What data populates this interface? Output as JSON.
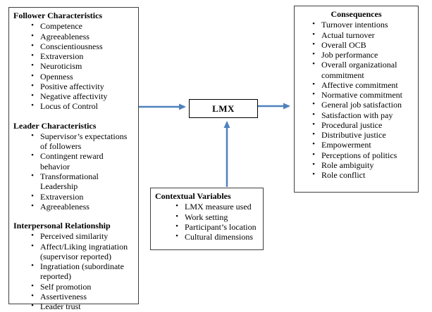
{
  "diagram": {
    "antecedents": {
      "sections": [
        {
          "title": "Follower Characteristics",
          "items": [
            "Competence",
            "Agreeableness",
            "Conscientiousness",
            "Extraversion",
            "Neuroticism",
            "Openness",
            "Positive affectivity",
            "Negative affectivity",
            "Locus of Control"
          ]
        },
        {
          "title": "Leader Characteristics",
          "items": [
            "Supervisor’s expectations of followers",
            "Contingent reward behavior",
            "Transformational Leadership",
            "Extraversion",
            "Agreeableness"
          ]
        },
        {
          "title": "Interpersonal Relationship",
          "items": [
            "Perceived similarity",
            "Affect/Liking ingratiation (supervisor reported)",
            "Ingratiation (subordinate reported)",
            "Self promotion",
            "Assertiveness",
            "Leader trust"
          ]
        }
      ]
    },
    "lmx": {
      "label": "LMX"
    },
    "consequences": {
      "title": "Consequences",
      "items": [
        "Turnover intentions",
        "Actual turnover",
        "Overall OCB",
        "Job performance",
        "Overall organizational commitment",
        "Affective commitment",
        "Normative commitment",
        "General job satisfaction",
        "Satisfaction with pay",
        "Procedural justice",
        "Distributive justice",
        "Empowerment",
        "Perceptions of politics",
        "Role ambiguity",
        "Role conflict"
      ]
    },
    "contextual": {
      "title": "Contextual Variables",
      "items": [
        "LMX measure used",
        "Work setting",
        "Participant’s location",
        "Cultural dimensions"
      ]
    },
    "icons": {
      "bullet": "•"
    },
    "colors": {
      "arrow": "#4f81bd",
      "box_border": "#3f3f3f",
      "lmx_border": "#000000",
      "background": "#ffffff",
      "text": "#000000"
    }
  }
}
